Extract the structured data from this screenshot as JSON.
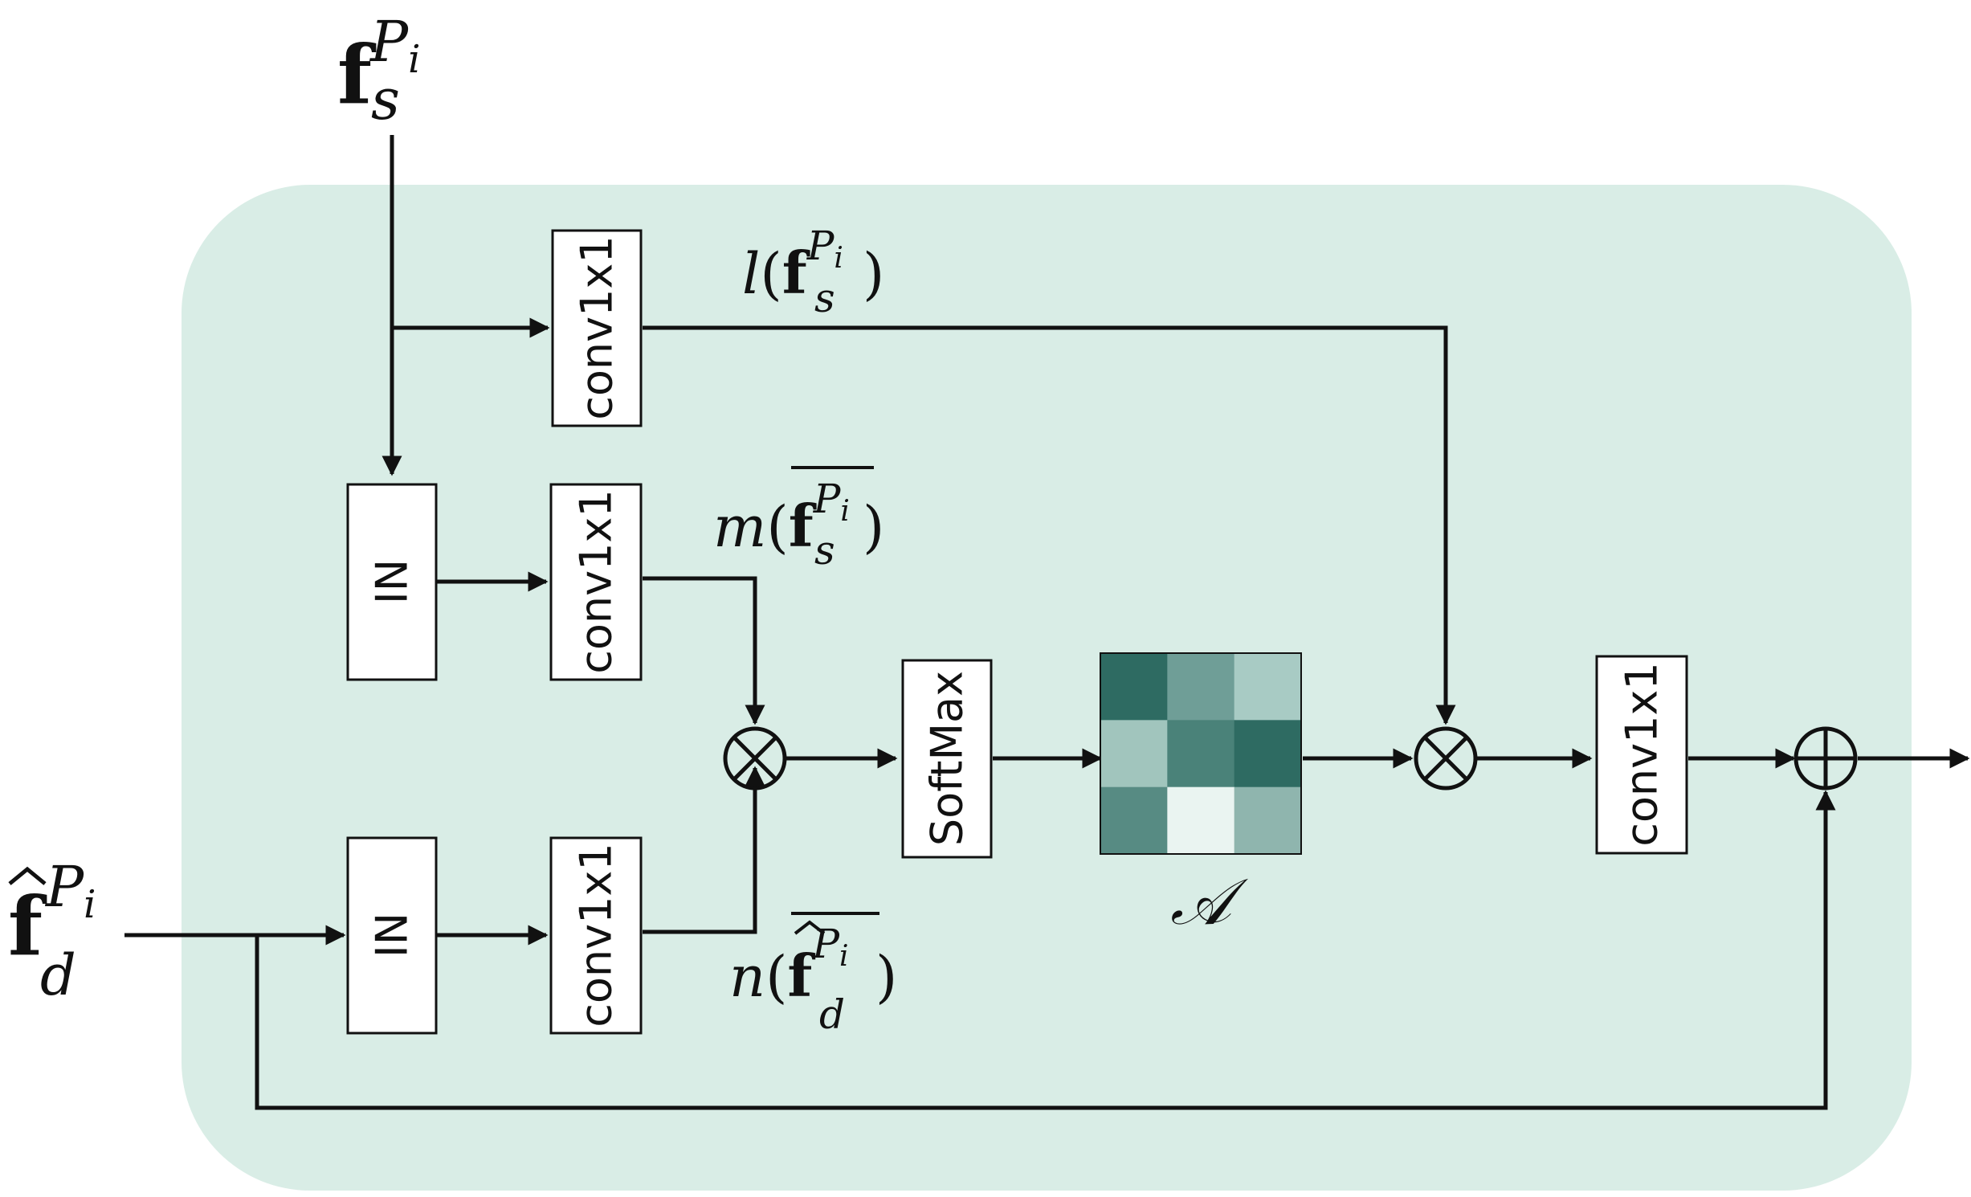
{
  "inputs": {
    "fs": {
      "base": "f",
      "sub": "s",
      "sup": "P",
      "sup_sub": "i"
    },
    "fd": {
      "base": "f",
      "sub": "d",
      "sup": "P",
      "sup_sub": "i"
    }
  },
  "blocks": {
    "in_top": "IN",
    "in_bottom": "IN",
    "conv_l": "conv1x1",
    "conv_m": "conv1x1",
    "conv_n": "conv1x1",
    "softmax": "SoftMax",
    "conv_out": "conv1x1"
  },
  "labels": {
    "l": {
      "fn": "l",
      "base": "f",
      "sub": "s",
      "sup": "P",
      "sup_sub": "i",
      "open": "(",
      "close": ")"
    },
    "m": {
      "fn": "m",
      "base": "f",
      "sub": "s",
      "sup": "P",
      "sup_sub": "i",
      "open": "(",
      "close": ")"
    },
    "n": {
      "fn": "n",
      "base": "f",
      "sub": "d",
      "sup": "P",
      "sup_sub": "i",
      "open": "(",
      "close": ")"
    },
    "attention": "𝒜"
  },
  "operators": {
    "mult1": "⊗",
    "mult2": "⊗",
    "add": "⊕"
  },
  "colors": {
    "module_bg": "#d9ede6",
    "attention_cells": [
      [
        "#2e6b62",
        "#6f9e97",
        "#a8cbc4"
      ],
      [
        "#a1c5bd",
        "#4a8279",
        "#2e6b62"
      ],
      [
        "#578b83",
        "#eaf4f1",
        "#8fb5ae"
      ]
    ]
  }
}
